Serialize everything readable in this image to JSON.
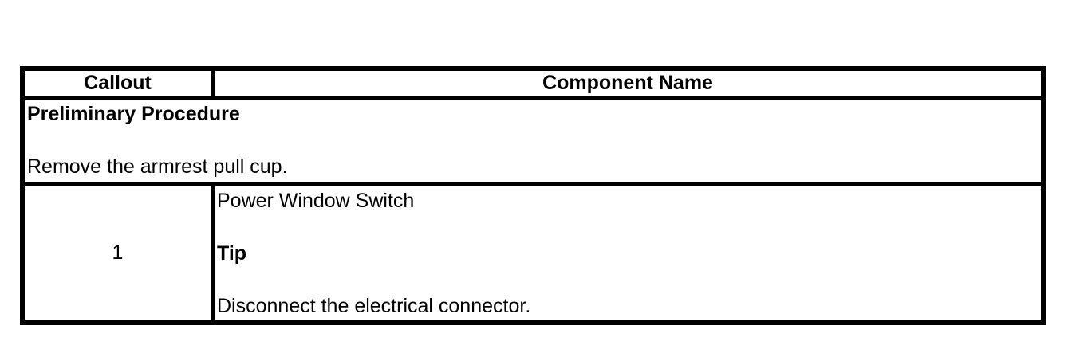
{
  "table": {
    "header": {
      "callout": "Callout",
      "component_name": "Component Name"
    },
    "preliminary": {
      "title": "Preliminary Procedure",
      "instruction": "Remove the armrest pull cup."
    },
    "rows": [
      {
        "callout": "1",
        "component": "Power Window Switch",
        "tip_label": "Tip",
        "tip_instruction": "Disconnect the electrical connector."
      }
    ]
  },
  "colors": {
    "background": "#ffffff",
    "border": "#000000",
    "text": "#000000"
  }
}
